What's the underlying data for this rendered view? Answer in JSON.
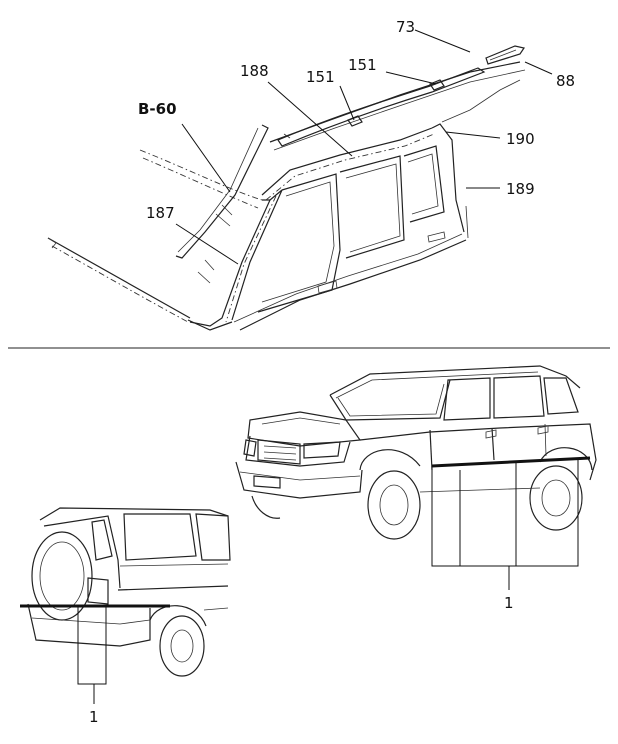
{
  "callouts": {
    "p73": "73",
    "p88": "88",
    "p151a": "151",
    "p151b": "151",
    "p188": "188",
    "p190": "190",
    "p189": "189",
    "b60": "B-60",
    "p187": "187",
    "p1_right": "1",
    "p1_left": "1"
  },
  "colors": {
    "line": "#222222",
    "background": "#ffffff"
  }
}
